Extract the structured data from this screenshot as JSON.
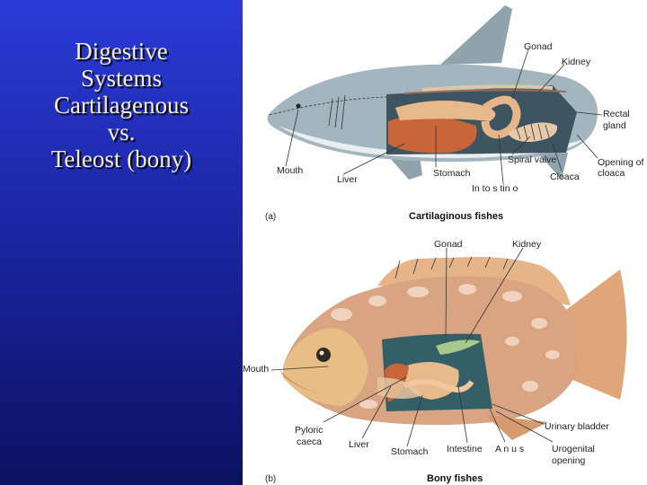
{
  "slide": {
    "title_lines": [
      "Digestive",
      "Systems",
      "Cartilagenous",
      "vs.",
      "Teleost (bony)"
    ]
  },
  "shark": {
    "panel_label": "(a)",
    "caption": "Cartilaginous fishes",
    "labels": {
      "gonad": "Gonad",
      "kidney": "Kidney",
      "rectal_gland_1": "Rectal",
      "rectal_gland_2": "gland",
      "mouth": "Mouth",
      "liver": "Liver",
      "stomach": "Stomach",
      "spiral_valve": "Spiral valve",
      "intestine": "In to s tin o",
      "cloaca": "Cloaca",
      "opening_1": "Opening of",
      "opening_2": "cloaca"
    }
  },
  "bony": {
    "panel_label": "(b)",
    "caption": "Bony fishes",
    "labels": {
      "gonad": "Gonad",
      "kidney": "Kidney",
      "mouth": "Mouth",
      "pyloric_1": "Pyloric",
      "pyloric_2": "caeca",
      "liver": "Liver",
      "stomach": "Stomach",
      "intestine": "Intestine",
      "anus": "A n u s",
      "urinary_bladder": "Urinary bladder",
      "urogenital_1": "Urogenital",
      "urogenital_2": "opening"
    }
  },
  "colors": {
    "panel_blue": "#1b27a6",
    "title_text": "#f4eed9"
  }
}
